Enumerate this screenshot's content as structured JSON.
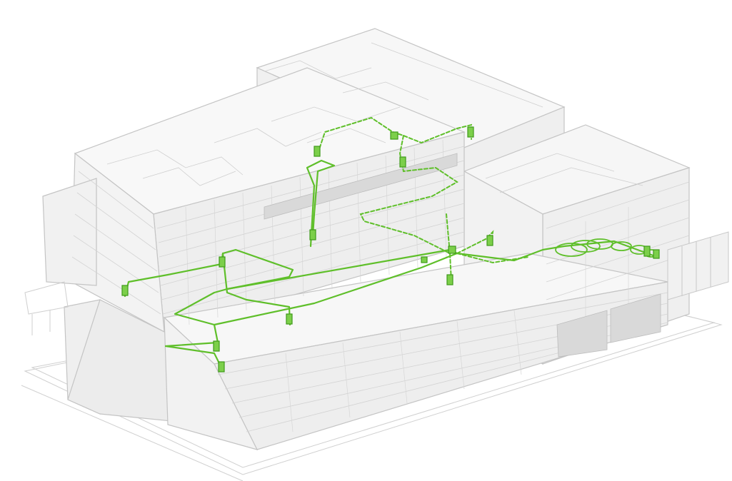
{
  "colors": {
    "background": "#ffffff",
    "building_line": "#c8c8c8",
    "building_fill": "#f3f3f3",
    "glazing_fill": "#d9d9d9",
    "conduit": "#5fbf2a",
    "conduit_dark": "#3f9a1a"
  },
  "diagram": {
    "type": "isometric-building-wireframe",
    "overlay": "routed-conduit-network",
    "conduit_style": [
      "solid",
      "dashed"
    ],
    "labels_printed": false
  }
}
